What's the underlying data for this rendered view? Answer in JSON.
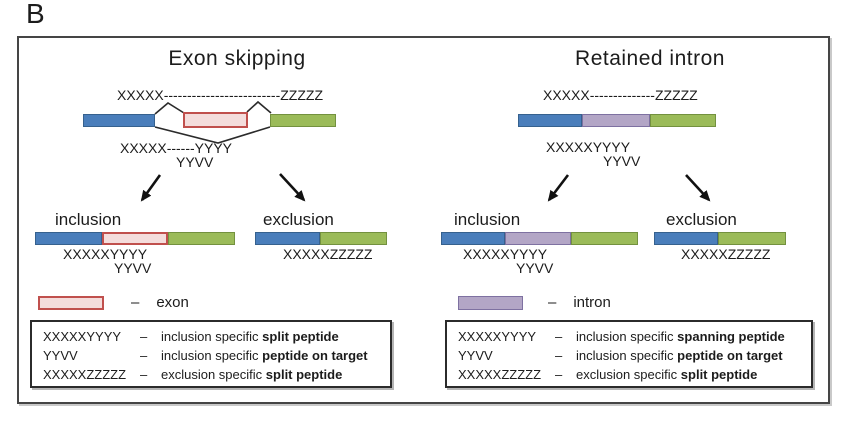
{
  "figure_label": "B",
  "colors": {
    "exon_bar_blue": "#4a7ebb",
    "exon_bar_green": "#9bbb59",
    "alternative_exon_fill": "#f4dddc",
    "alternative_exon_border": "#c0504d",
    "intron_fill": "#b3a6c6",
    "intron_border": "#7e71a1"
  },
  "panels": {
    "exon_skipping": {
      "title": "Exon skipping",
      "pre_mrna": "XXXXX-------------------------ZZZZZ",
      "junction_peptide_line1": "XXXXX------YYYY",
      "junction_peptide_line2": "YYVV",
      "inclusion_label": "inclusion",
      "inclusion_peptide1": "XXXXXYYYY",
      "inclusion_peptide2": "YYVV",
      "exclusion_label": "exclusion",
      "exclusion_peptide": "XXXXXZZZZZ",
      "feature": {
        "dash": "–",
        "label": "exon"
      },
      "legend": [
        {
          "key": "XXXXXYYYY",
          "dash": "–",
          "desc": "inclusion specific",
          "bold": "split peptide"
        },
        {
          "key": "YYVV",
          "dash": "–",
          "desc": "inclusion specific",
          "bold": "peptide on target"
        },
        {
          "key": "XXXXXZZZZZ",
          "dash": "–",
          "desc": "exclusion specific",
          "bold": "split peptide"
        }
      ]
    },
    "retained_intron": {
      "title": "Retained intron",
      "pre_mrna": "XXXXX--------------ZZZZZ",
      "junction_peptide_line1": "XXXXXYYYY",
      "junction_peptide_line2": "YYVV",
      "inclusion_label": "inclusion",
      "inclusion_peptide1": "XXXXXYYYY",
      "inclusion_peptide2": "YYVV",
      "exclusion_label": "exclusion",
      "exclusion_peptide": "XXXXXZZZZZ",
      "feature": {
        "dash": "–",
        "label": "intron"
      },
      "legend": [
        {
          "key": "XXXXXYYYY",
          "dash": "–",
          "desc": "inclusion specific",
          "bold": "spanning peptide"
        },
        {
          "key": "YYVV",
          "dash": "–",
          "desc": "inclusion specific",
          "bold": "peptide on target"
        },
        {
          "key": "XXXXXZZZZZ",
          "dash": "–",
          "desc": "exclusion specific",
          "bold": "split peptide"
        }
      ]
    }
  }
}
